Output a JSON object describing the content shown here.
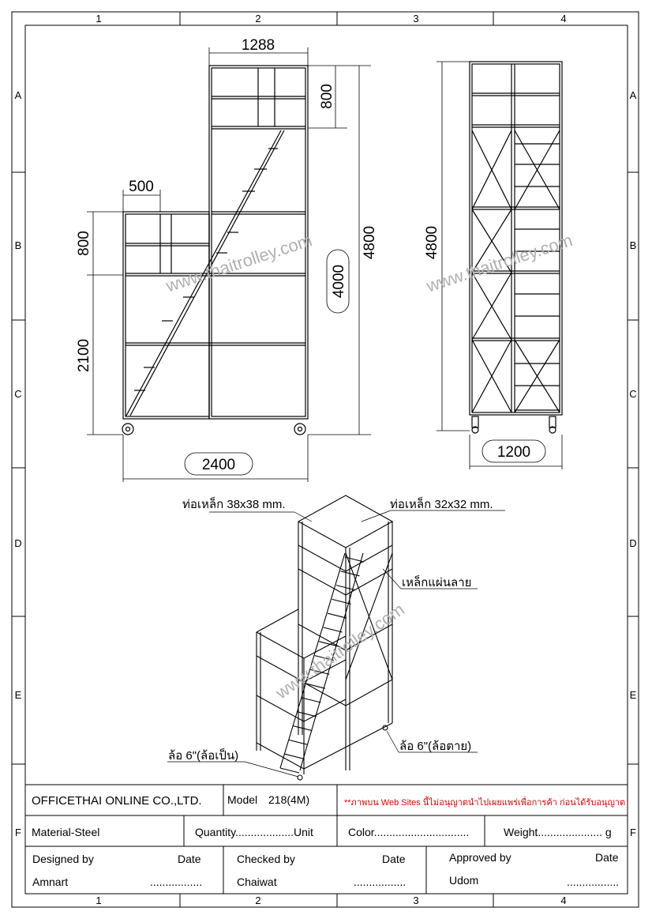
{
  "grid": {
    "columns": [
      "1",
      "2",
      "3",
      "4"
    ],
    "rows": [
      "A",
      "B",
      "C",
      "D",
      "E",
      "F"
    ]
  },
  "front_view": {
    "dim_top_width": "1288",
    "dim_top_height": "800",
    "dim_total_height": "4800",
    "dim_platform_height": "4000",
    "dim_left_width": "500",
    "dim_left_top": "800",
    "dim_left_height": "2100",
    "dim_total_width": "2400"
  },
  "side_view": {
    "dim_height": "4800",
    "dim_width": "1200"
  },
  "isometric": {
    "label_tube_38": "ท่อเหล็ก 38x38 mm.",
    "label_tube_32": "ท่อเหล็ก 32x32 mm.",
    "label_plate": "เหล็กแผ่นลาย",
    "label_wheel_swivel": "ล้อ 6\"(ล้อเป็น)",
    "label_wheel_fixed": "ล้อ 6\"(ล้อตาย)"
  },
  "watermark": "www.thaitrolley.com",
  "title_block": {
    "company": "OFFICETHAI ONLINE CO.,LTD.",
    "model_label": "Model",
    "model_value": "218(4M)",
    "notice": "**ภาพบน Web Sites นี้ไม่อนุญาตนำไปเผยแพร่เพื่อการค้า ก่อนได้รับอนุญาต",
    "material": "Material-Steel",
    "quantity": "Quantity...................Unit",
    "color": "Color...............................",
    "weight": "Weight..................... g",
    "designed_by_label": "Designed by",
    "designed_by": "Amnart",
    "checked_by_label": "Checked by",
    "checked_by": "Chaiwat",
    "approved_by_label": "Approved by",
    "approved_by": "Udom",
    "date_label": "Date",
    "date_blank": "................."
  },
  "colors": {
    "notice": "#e00000",
    "watermark": "#b0b0b0"
  }
}
